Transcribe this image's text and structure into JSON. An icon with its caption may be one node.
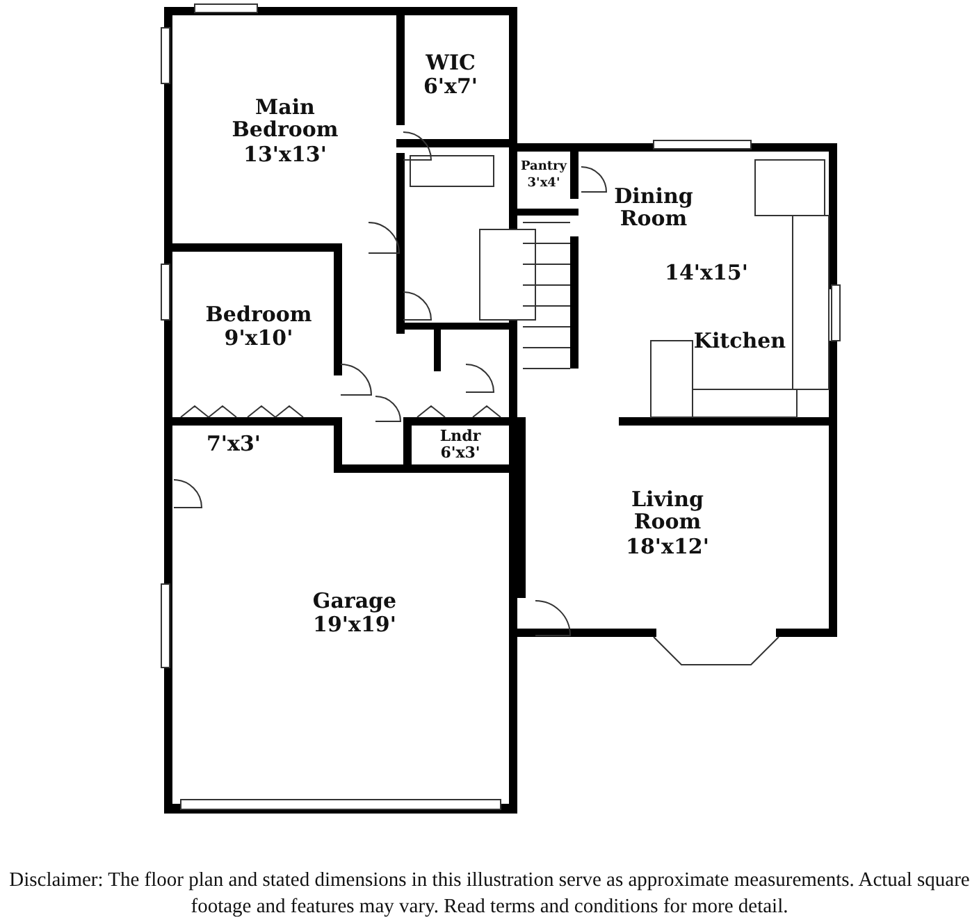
{
  "diagram": {
    "caption": "Disclaimer: The floor plan and stated dimensions in this illustration serve as approximate measurements. Actual square footage and features may vary. Read terms and conditions for more detail.",
    "labels": [
      "WIC",
      "6'x7'",
      "Main Bedroom",
      "13'x13'",
      "Pantry",
      "3'x4'",
      "Dining Room",
      "14'x15'",
      "Bedroom",
      "9'x10'",
      "Kitchen",
      "7'x3'",
      "Lndr",
      "6'x3'",
      "Living Room",
      "18'x12'",
      "Garage",
      "19'x19'"
    ]
  }
}
